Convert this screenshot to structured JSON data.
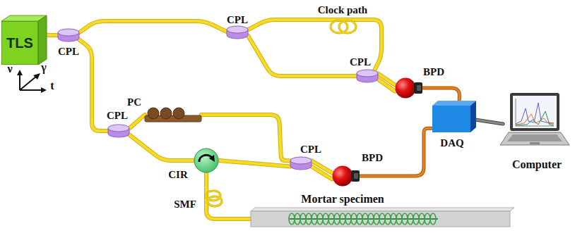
{
  "diagram": {
    "nodes": [
      {
        "text": [
          "TLS"
        ]
      },
      {
        "text": [
          "CPL"
        ]
      },
      {
        "text": [
          "CPL"
        ]
      },
      {
        "text": [
          "CPL"
        ]
      },
      {
        "text": [
          "BPD"
        ]
      },
      {
        "text": [
          "CPL"
        ]
      },
      {
        "text": [
          "PC"
        ]
      },
      {
        "text": [
          "CIR"
        ]
      },
      {
        "text": [
          "CPL"
        ]
      },
      {
        "text": [
          "BPD"
        ]
      },
      {
        "text": [
          "DAQ"
        ]
      },
      {
        "text": [
          "Computer"
        ]
      },
      {
        "text": [
          "Mortar specimen"
        ]
      }
    ],
    "edges": [
      {
        "from": 0,
        "to": 1,
        "arrow": "none"
      },
      {
        "from": 1,
        "to": 2,
        "arrow": "none"
      },
      {
        "from": 2,
        "to": 3,
        "label": "Clock path",
        "arrow": "none"
      },
      {
        "from": 2,
        "to": 3,
        "arrow": "none"
      },
      {
        "from": 3,
        "to": 4,
        "arrow": "none"
      },
      {
        "from": 3,
        "to": 4,
        "arrow": "none"
      },
      {
        "from": 4,
        "to": 10,
        "arrow": "none"
      },
      {
        "from": 1,
        "to": 5,
        "arrow": "none"
      },
      {
        "from": 5,
        "to": 6,
        "arrow": "none"
      },
      {
        "from": 6,
        "to": 8,
        "arrow": "none"
      },
      {
        "from": 5,
        "to": 7,
        "arrow": "none"
      },
      {
        "from": 7,
        "to": 8,
        "arrow": "none"
      },
      {
        "from": 7,
        "to": 12,
        "label": "SMF",
        "arrow": "none"
      },
      {
        "from": 8,
        "to": 9,
        "arrow": "none"
      },
      {
        "from": 8,
        "to": 9,
        "arrow": "none"
      },
      {
        "from": 9,
        "to": 10,
        "arrow": "none"
      },
      {
        "from": 10,
        "to": 11,
        "arrow": "none"
      }
    ],
    "labels": [
      "ν",
      "γ",
      "t"
    ]
  }
}
